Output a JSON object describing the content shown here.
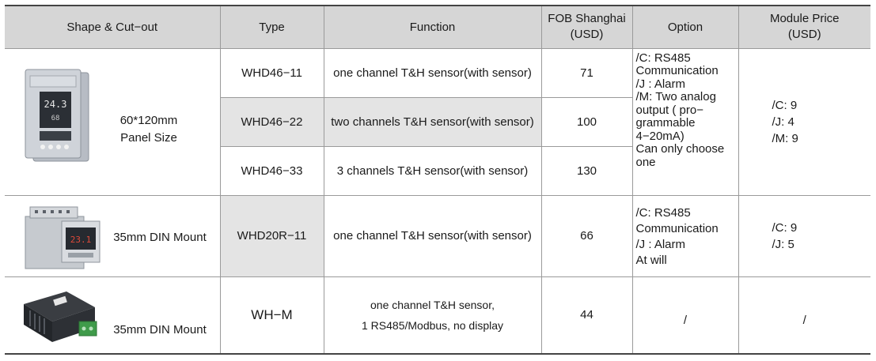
{
  "table": {
    "headers": {
      "shape": "Shape & Cut−out",
      "type": "Type",
      "function": "Function",
      "fob_line1": "FOB Shanghai",
      "fob_line2": "(USD)",
      "option": "Option",
      "module_line1": "Module Price",
      "module_line2": "(USD)"
    },
    "groups": [
      {
        "shape_line1": "60*120mm",
        "shape_line2": "Panel Size",
        "device_icon": "panel-meter-image",
        "rows": [
          {
            "type": "WHD46−11",
            "function": "one channel T&H sensor(with sensor)",
            "fob": "71"
          },
          {
            "type": "WHD46−22",
            "function": "two channels T&H sensor(with sensor)",
            "fob": "100"
          },
          {
            "type": "WHD46−33",
            "function": "3 channels T&H sensor(with sensor)",
            "fob": "130"
          }
        ],
        "option_lines": [
          "/C: RS485",
          "Communication",
          "/J : Alarm",
          "/M: Two analog",
          "output ( pro−",
          "grammable",
          "4−20mA)",
          "Can only choose",
          " one"
        ],
        "module_lines": [
          "/C: 9",
          "/J: 4",
          "/M: 9"
        ]
      },
      {
        "shape_line1": "35mm DIN Mount",
        "device_icon": "din-rail-meter-image",
        "rows": [
          {
            "type": "WHD20R−11",
            "function": "one channel T&H sensor(with sensor)",
            "fob": "66"
          }
        ],
        "option_lines": [
          "/C: RS485",
          "Communication",
          "/J : Alarm",
          "At will"
        ],
        "module_lines": [
          "/C: 9",
          "/J: 5"
        ]
      },
      {
        "shape_line1": "35mm DIN Mount",
        "device_icon": "din-module-image",
        "rows": [
          {
            "type": "WH−M",
            "function_line1": "one channel T&H sensor,",
            "function_line2": "1 RS485/Modbus, no display",
            "fob": "44"
          }
        ],
        "option": "/",
        "module": "/"
      }
    ]
  }
}
